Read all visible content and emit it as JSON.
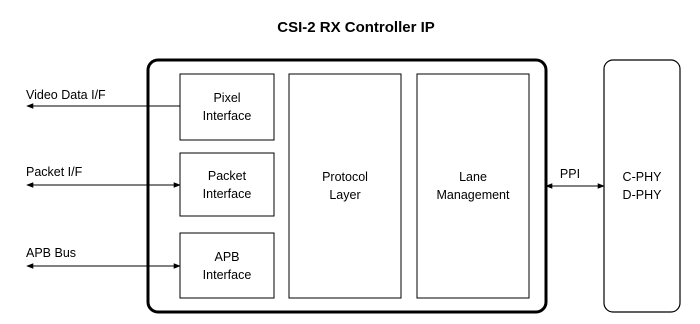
{
  "diagram": {
    "title": "CSI-2 RX Controller IP",
    "blocks": {
      "pixel": [
        "Pixel",
        "Interface"
      ],
      "packet": [
        "Packet",
        "Interface"
      ],
      "apb": [
        "APB",
        "Interface"
      ],
      "protocol": [
        "Protocol",
        "Layer"
      ],
      "lane": [
        "Lane",
        "Management"
      ],
      "phy": [
        "C-PHY",
        "D-PHY"
      ]
    },
    "external_interfaces": {
      "video": "Video Data I/F",
      "packet": "Packet I/F",
      "apb": "APB Bus",
      "ppi": "PPI"
    }
  }
}
